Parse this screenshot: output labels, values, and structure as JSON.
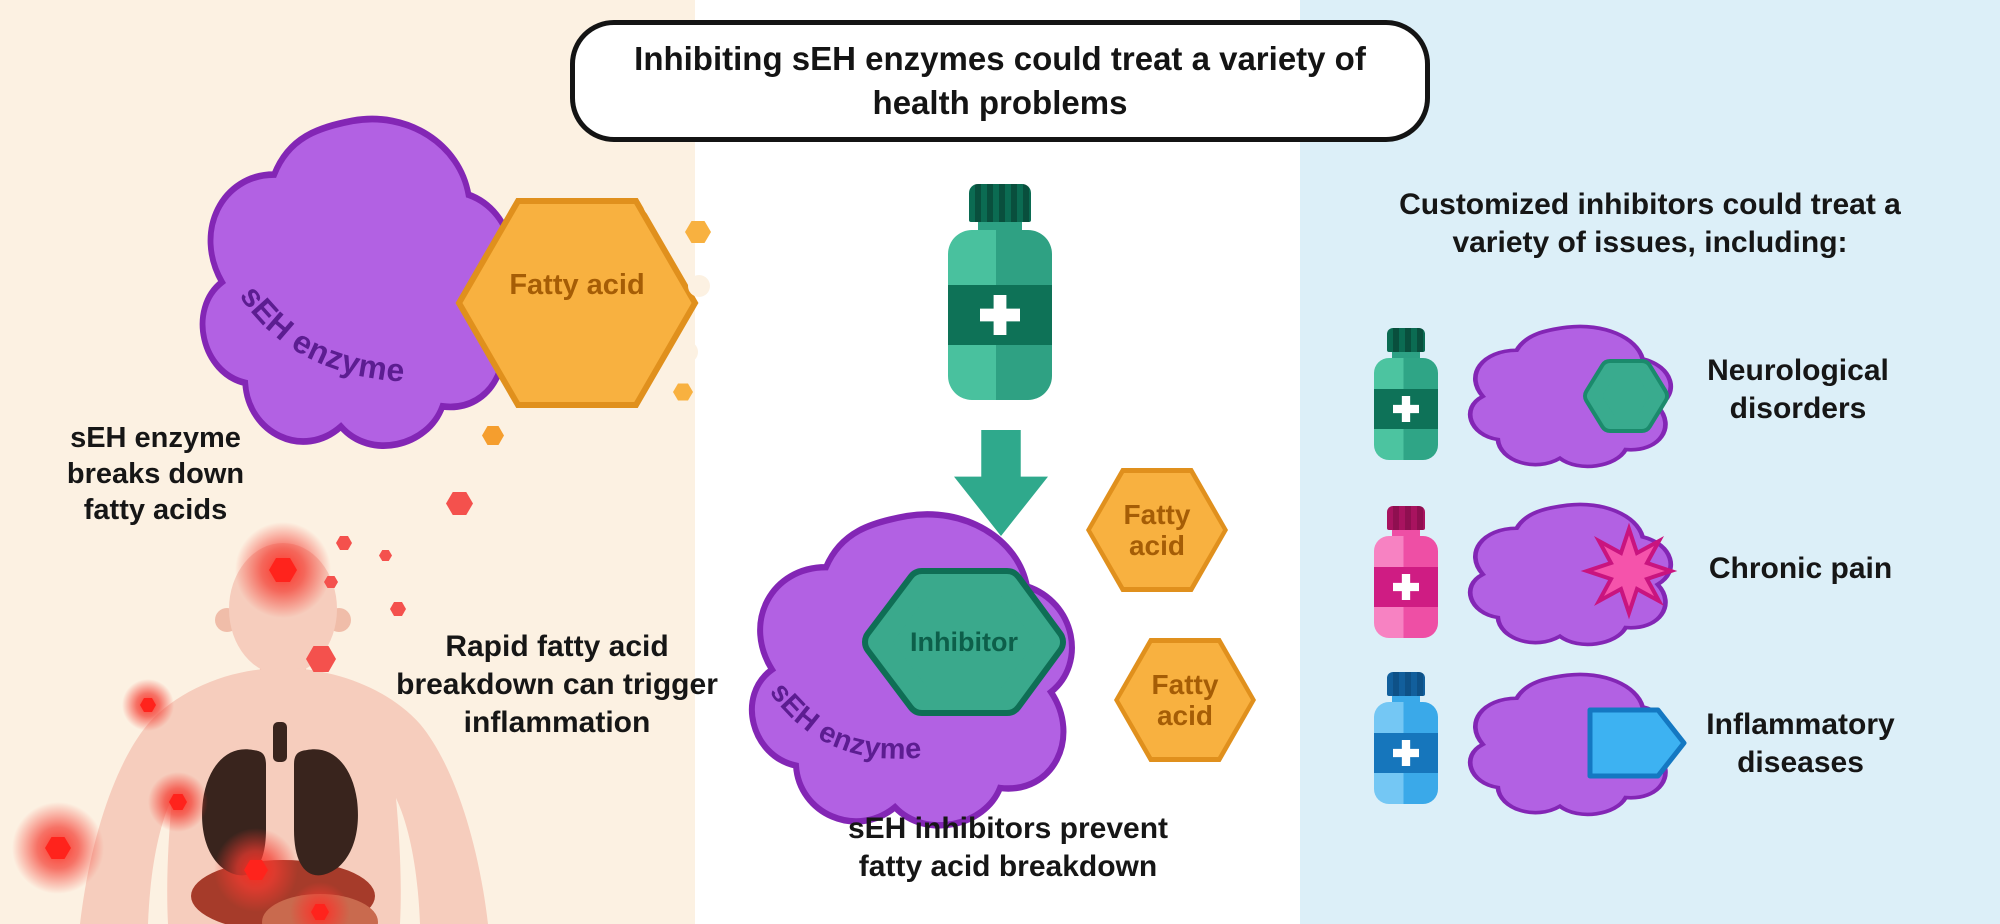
{
  "title": "Inhibiting sEH enzymes could treat a variety of health problems",
  "left_panel": {
    "enzyme_label": "sEH enzyme",
    "fatty_acid_label": "Fatty acid",
    "caption_breakdown": "sEH enzyme breaks down fatty acids",
    "caption_inflammation": "Rapid fatty acid breakdown can trigger inflammation"
  },
  "middle_panel": {
    "enzyme_label": "sEH enzyme",
    "inhibitor_label": "Inhibitor",
    "fatty_acid_label_1": "Fatty acid",
    "fatty_acid_label_2": "Fatty acid",
    "caption": "sEH inhibitors prevent fatty acid breakdown"
  },
  "right_panel": {
    "heading": "Customized inhibitors could treat a variety of issues, including:",
    "items": [
      {
        "label": "Neurological disorders",
        "accent": "#2fa98c"
      },
      {
        "label": "Chronic pain",
        "accent": "#ee4fa5"
      },
      {
        "label": "Inflammatory diseases",
        "accent": "#3aa9e9"
      }
    ]
  },
  "colors": {
    "left_bg": "#fcf1e2",
    "middle_bg": "#ffffff",
    "right_bg": "#dceff8",
    "enzyme_purple": "#b261e3",
    "enzyme_purple_dark": "#8326b5",
    "fatty_acid_orange": "#f8b140",
    "fatty_acid_orange_dark": "#e0901d",
    "inhibitor_teal": "#2fa98c",
    "inflammation_red": "#f4514d"
  }
}
